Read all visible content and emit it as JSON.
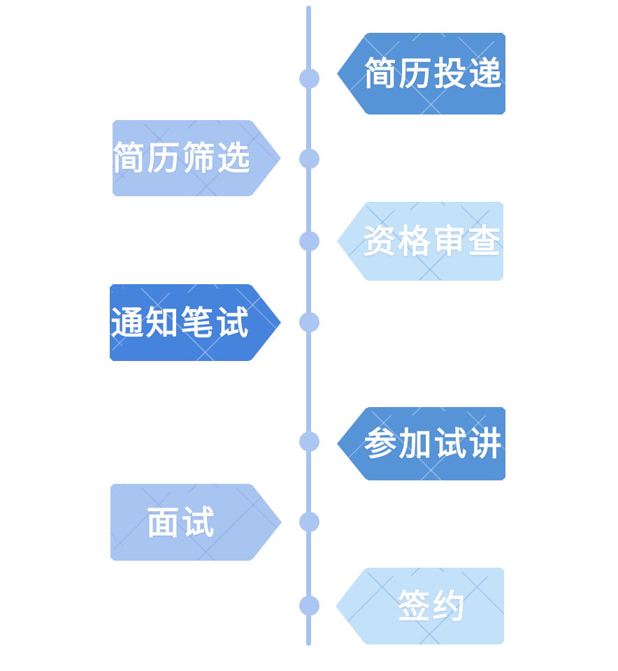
{
  "diagram": {
    "type": "vertical-timeline-flow",
    "background_color": "#ffffff",
    "timeline": {
      "line_color": "#a6c2ee",
      "dot_color": "#abc7f1",
      "dot_count": 7
    },
    "steps": [
      {
        "label": "简历投递",
        "side": "right",
        "direction": "left",
        "fill_color": "#5693d7",
        "text_color": "#ffffff",
        "pattern": "diamond-lattice"
      },
      {
        "label": "简历筛选",
        "side": "left",
        "direction": "right",
        "fill_color": "#a8c5f1",
        "text_color": "#ffffff",
        "pattern": "diamond-lattice"
      },
      {
        "label": "资格审查",
        "side": "right",
        "direction": "left",
        "fill_color": "#c3e1f8",
        "text_color": "#ffffff",
        "pattern": "diamond-lattice"
      },
      {
        "label": "通知笔试",
        "side": "left",
        "direction": "right",
        "fill_color": "#4583dd",
        "text_color": "#ffffff",
        "pattern": "diamond-lattice"
      },
      {
        "label": "参加试讲",
        "side": "right",
        "direction": "left",
        "fill_color": "#5693d7",
        "text_color": "#ffffff",
        "pattern": "diamond-lattice"
      },
      {
        "label": "面试",
        "side": "left",
        "direction": "right",
        "fill_color": "#a8c5f1",
        "text_color": "#ffffff",
        "pattern": "diamond-lattice"
      },
      {
        "label": "签约",
        "side": "right",
        "direction": "left",
        "fill_color": "#c3e1f8",
        "text_color": "#ffffff",
        "pattern": "diamond-lattice"
      }
    ]
  }
}
